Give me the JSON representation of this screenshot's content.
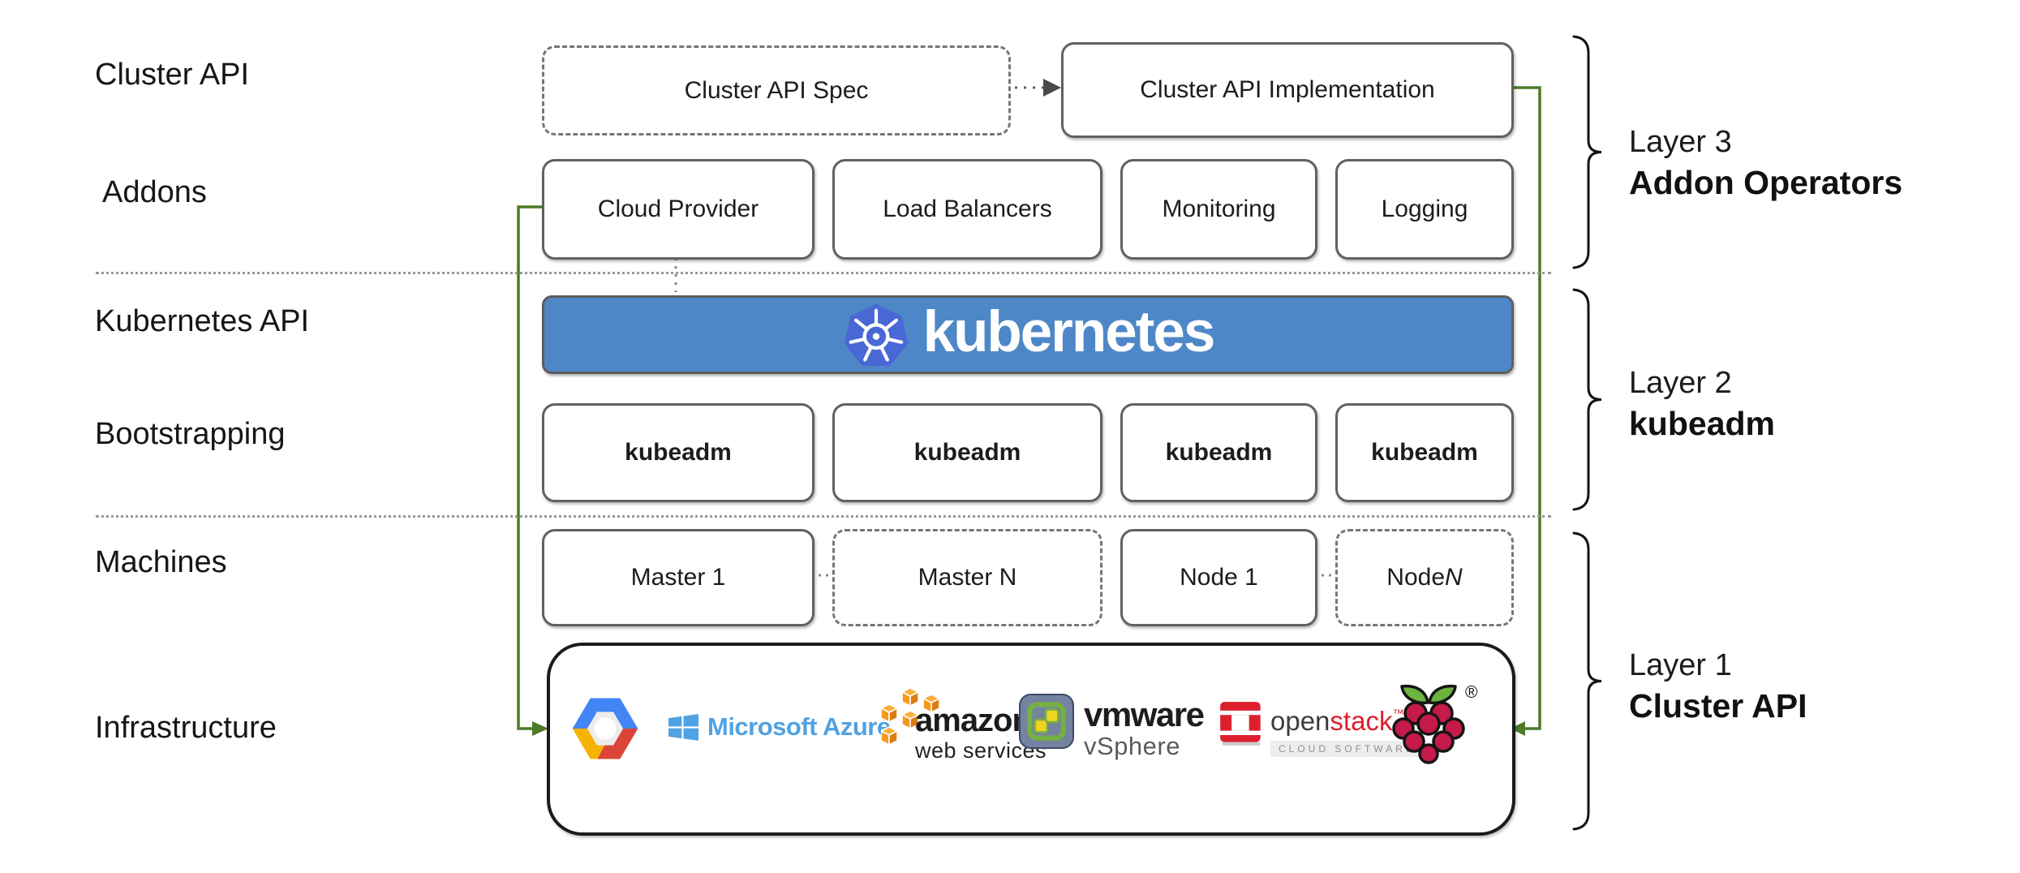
{
  "diagram": {
    "row_labels": [
      {
        "id": "cluster-api",
        "label": "Cluster API"
      },
      {
        "id": "addons",
        "label": "Addons"
      },
      {
        "id": "kubernetes-api",
        "label": "Kubernetes API"
      },
      {
        "id": "bootstrapping",
        "label": "Bootstrapping"
      },
      {
        "id": "machines",
        "label": "Machines"
      },
      {
        "id": "infrastructure",
        "label": "Infrastructure"
      }
    ],
    "top_row": {
      "spec_label": "Cluster API Spec",
      "impl_label": "Cluster API Implementation"
    },
    "addons_row": [
      "Cloud Provider",
      "Load Balancers",
      "Monitoring",
      "Logging"
    ],
    "kubernetes_banner": {
      "wordmark": "kubernetes",
      "icon": "kubernetes-wheel-logo"
    },
    "bootstrapping_row": [
      "kubeadm",
      "kubeadm",
      "kubeadm",
      "kubeadm"
    ],
    "machines_row": [
      {
        "label": "Master 1",
        "italic_suffix": "",
        "style": "solid"
      },
      {
        "label": "Master N",
        "italic_suffix": "",
        "style": "dashed"
      },
      {
        "label": "Node 1",
        "italic_suffix": "",
        "style": "solid"
      },
      {
        "label": "Node ",
        "italic_suffix": "N",
        "style": "dashed"
      }
    ],
    "layer_annotations": [
      {
        "line1": "Layer 3",
        "line2": "Addon Operators"
      },
      {
        "line1": "Layer 2",
        "line2": "kubeadm"
      },
      {
        "line1": "Layer 1",
        "line2": "Cluster API"
      }
    ],
    "infrastructure_logos": {
      "gcp": {
        "icon": "google-cloud-hexagon-logo"
      },
      "azure": {
        "icon": "windows-flag-logo",
        "wordmark": "Microsoft Azure"
      },
      "aws": {
        "icon": "aws-cubes-logo",
        "line1": "amazon",
        "line2": "web services"
      },
      "vmware": {
        "icon": "vmware-vsphere-logo",
        "line1": "vmware",
        "line2": "vSphere"
      },
      "openstack": {
        "icon": "openstack-bracket-logo",
        "word_open": "open",
        "word_stack": "stack",
        "trademark": "™",
        "subtitle": "CLOUD SOFTWARE"
      },
      "raspberry_pi": {
        "icon": "raspberry-pi-logo",
        "registered": "®"
      }
    },
    "colors": {
      "banner_blue": "#4E87C8",
      "kubernetes_logo_blue": "#4A67D6",
      "connector_green": "#4C7A28",
      "box_border_gray": "#616161",
      "azure_blue": "#50A2E2",
      "aws_orange": "#F7981D",
      "google_blue": "#4285F4",
      "google_red": "#DB4437",
      "google_yellow": "#F4B400",
      "vmware_green": "#76B043",
      "vmware_yellow": "#EFD41F",
      "vmware_slate": "#74839F",
      "openstack_red": "#DD1F2D",
      "raspberry_crimson": "#C51A4A",
      "leaf_green": "#6CB33F"
    }
  }
}
